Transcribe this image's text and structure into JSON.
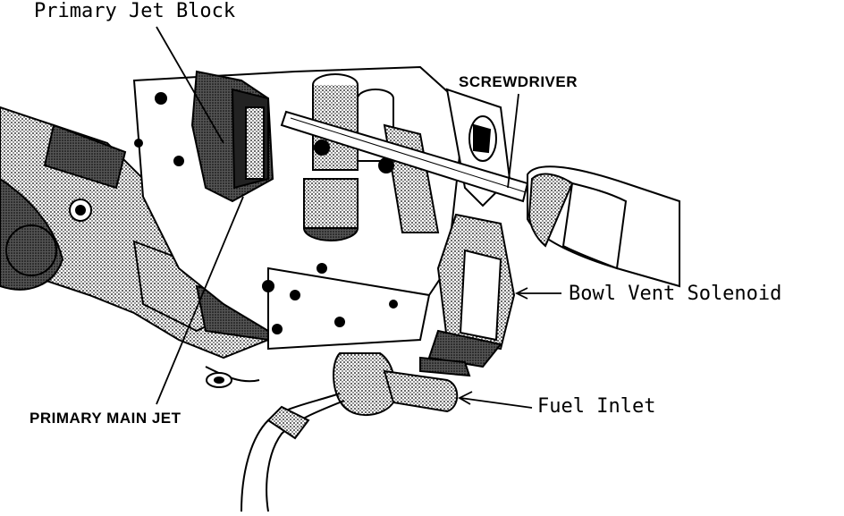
{
  "figure": {
    "labels": {
      "primary_jet_block": "Primary Jet Block",
      "screwdriver": "SCREWDRIVER",
      "bowl_vent_solenoid": "Bowl Vent Solenoid",
      "primary_main_jet": "PRIMARY MAIN JET",
      "fuel_inlet": "Fuel Inlet"
    },
    "colors": {
      "ink": "#000000",
      "paper": "#ffffff",
      "stipple": "#7a7a7a",
      "shadow": "#2a2a2a"
    }
  }
}
